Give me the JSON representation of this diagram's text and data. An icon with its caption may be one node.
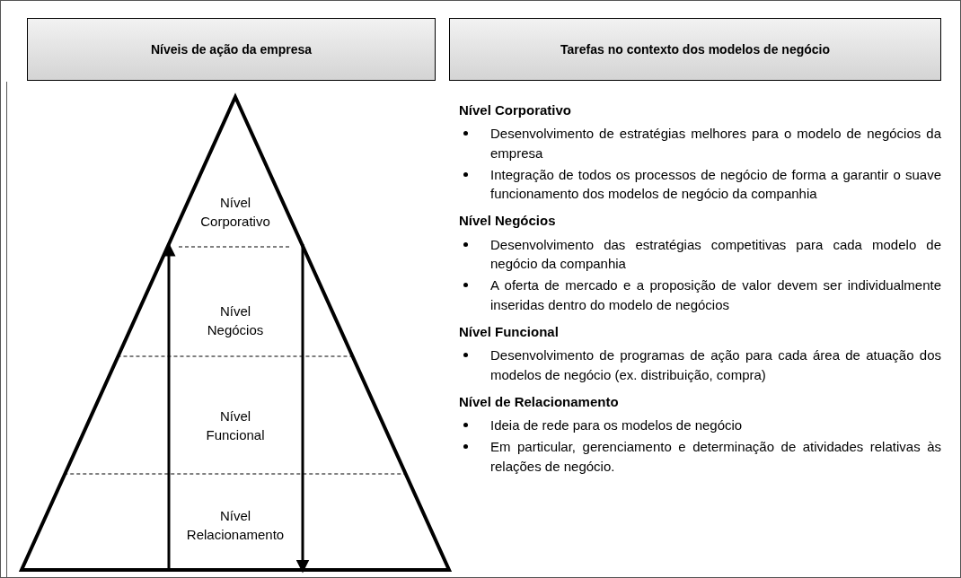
{
  "diagram": {
    "nodes": [
      {
        "text": [
          "Níveis de ação da empresa"
        ]
      },
      {
        "text": [
          "Tarefas no contexto dos modelos de negócio"
        ]
      },
      {
        "text": [],
        "shape": "triangle"
      },
      {
        "text": [
          "Nível Corporativo"
        ],
        "in": 2
      },
      {
        "text": [
          "Nível Negócios"
        ],
        "in": 2
      },
      {
        "text": [
          "Nível Funcional"
        ],
        "in": 2
      },
      {
        "text": [
          "Nível Relacionamento"
        ],
        "in": 2
      }
    ],
    "edges": [
      {
        "from": 6,
        "to": 3,
        "arrow": "to"
      },
      {
        "from": 3,
        "to": 6,
        "arrow": "to"
      }
    ],
    "labels": [
      "Nível Corporativo",
      "Desenvolvimento de estratégias melhores para o modelo de negócios da empresa",
      "Integração de todos os processos de negócio de forma a garantir o suave funcionamento dos modelos de negócio da companhia",
      "Nível Negócios",
      "Desenvolvimento das estratégias competitivas para cada modelo de negócio da companhia",
      "A oferta de mercado e a proposição de valor devem ser individualmente inseridas dentro do modelo de negócios",
      "Nível Funcional",
      "Desenvolvimento de programas de ação para cada área de atuação dos modelos de negócio (ex. distribuição, compra)",
      "Nível de Relacionamento",
      "Ideia de rede para os modelos de negócio",
      "Em particular, gerenciamento e determinação de atividades relativas às relações de negócio."
    ]
  }
}
